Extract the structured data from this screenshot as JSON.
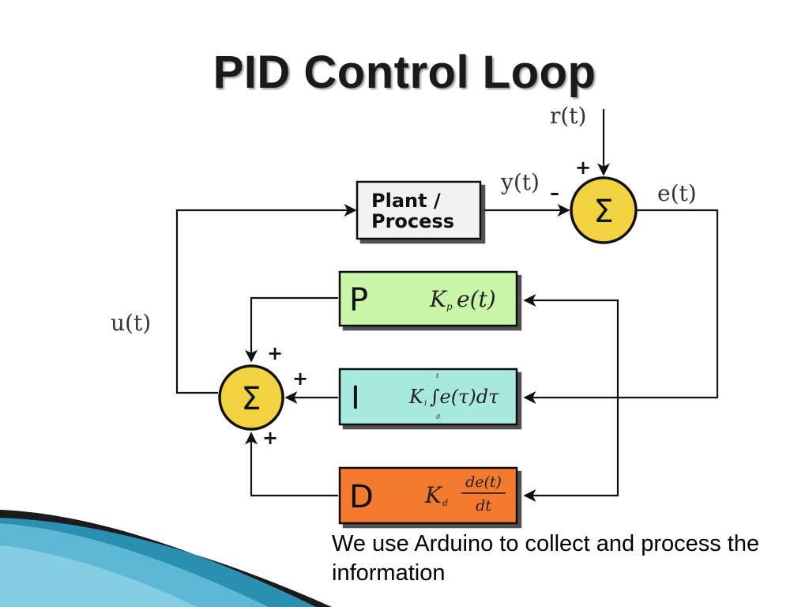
{
  "slide": {
    "title": "PID Control Loop",
    "caption": "We use Arduino to collect and process the information"
  },
  "diagram": {
    "signals": {
      "reference": "r(t)",
      "output": "y(t)",
      "error": "e(t)",
      "control": "u(t)"
    },
    "plant": {
      "line1": "Plant /",
      "line2": "Process"
    },
    "summing_symbol": "Σ",
    "summer_top_signs": {
      "plus": "+",
      "minus": "–"
    },
    "summer_bottom_signs": {
      "p": "+",
      "i": "+",
      "d": "+"
    },
    "blocks": [
      {
        "letter": "P",
        "gain": "K",
        "gain_sub": "p",
        "expr": "e(t)",
        "color": "#c8f5a8"
      },
      {
        "letter": "I",
        "gain": "K",
        "gain_sub": "i",
        "expr": "∫e(τ)dτ",
        "lower_limit": "0",
        "upper_limit": "t",
        "color": "#a8e8de"
      },
      {
        "letter": "D",
        "gain": "K",
        "gain_sub": "d",
        "numerator": "de(t)",
        "denominator": "dt",
        "color": "#f37a2f"
      }
    ],
    "colors": {
      "summer": "#f2d23e",
      "plant_box": "#f2f2f2",
      "line": "#111111"
    }
  }
}
